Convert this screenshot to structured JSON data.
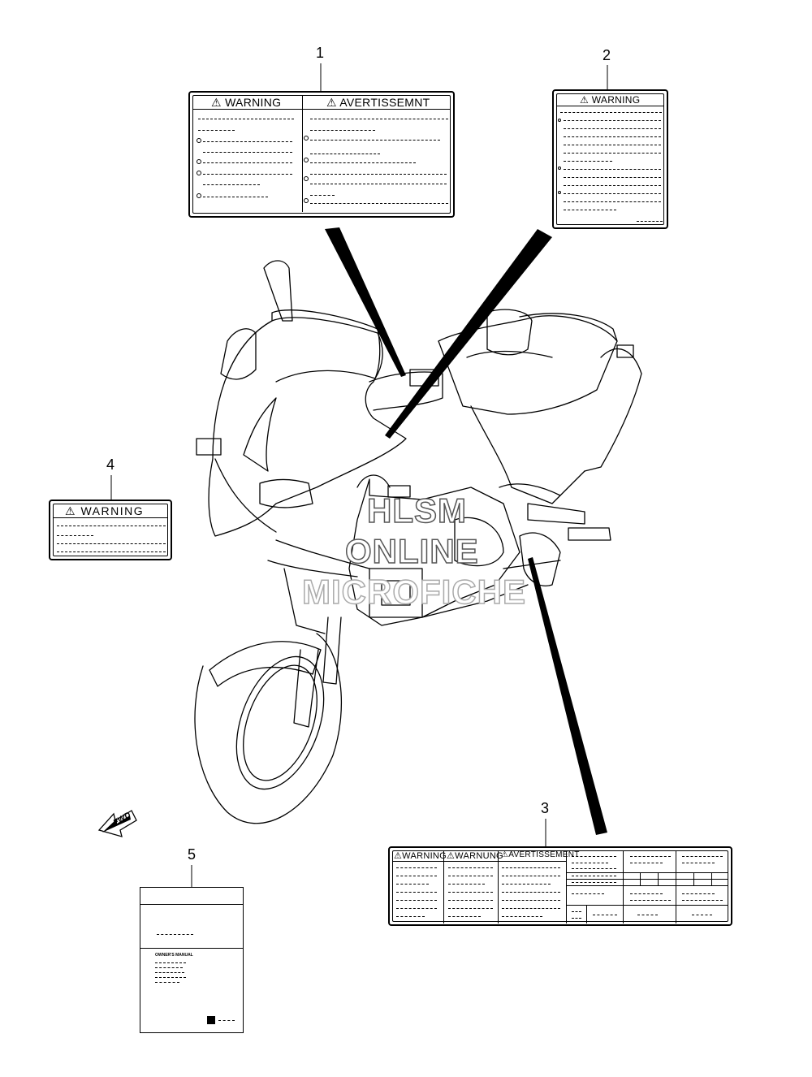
{
  "callouts": [
    "1",
    "2",
    "3",
    "4",
    "5"
  ],
  "label1": {
    "header_left": "WARNING",
    "header_right": "AVERTISSEMNT"
  },
  "label2": {
    "header": "WARNING"
  },
  "label3": {
    "header_a": "WARNING",
    "header_b": "WARNUNG",
    "header_c": "AVERTISSEMENT"
  },
  "label4": {
    "header": "WARNING"
  },
  "manual": {
    "title": "OWNER'S MANUAL"
  },
  "fwd": {
    "text": "FWD"
  },
  "watermark": {
    "line1": "HLSM",
    "line2": "ONLINE",
    "line3": "MICROFICHE"
  },
  "icons": [
    "warning-triangle-icon",
    "suzuki-logo-icon",
    "fwd-arrow-icon"
  ]
}
